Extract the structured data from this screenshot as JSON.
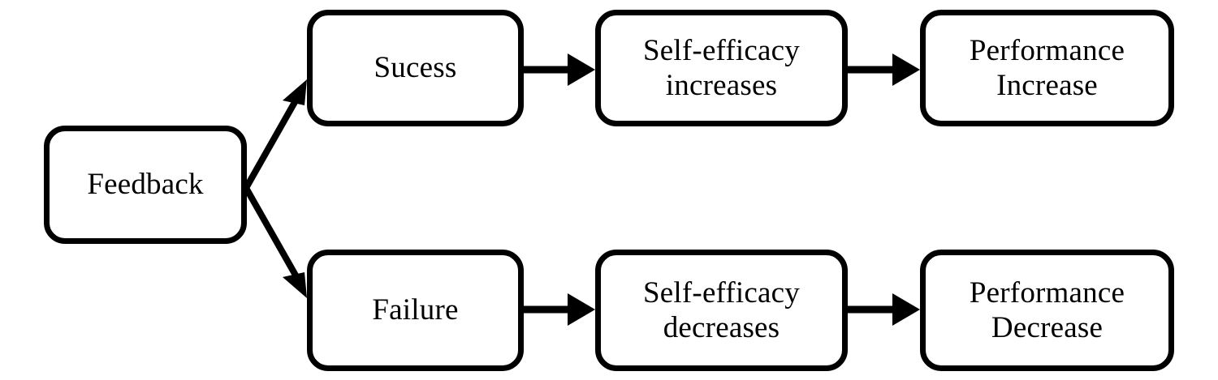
{
  "diagram": {
    "title": "Feedback and self-efficacy performance flowchart",
    "background_color": "#FFFFFF",
    "stroke_color": "#000000",
    "node_fill_color": "#FFFFFF",
    "nodes": [
      {
        "id": "feedback",
        "label": "Feedback"
      },
      {
        "id": "success",
        "label": "Sucess"
      },
      {
        "id": "efficacy_up",
        "label": "Self-efficacy\nincreases"
      },
      {
        "id": "performance_up",
        "label": "Performance\nIncrease"
      },
      {
        "id": "failure",
        "label": "Failure"
      },
      {
        "id": "efficacy_down",
        "label": "Self-efficacy\ndecreases"
      },
      {
        "id": "performance_down",
        "label": "Performance\nDecrease"
      }
    ],
    "edges": [
      {
        "id": "e1",
        "from": "feedback",
        "to": "success",
        "style": "diagonal-up",
        "label": ""
      },
      {
        "id": "e2",
        "from": "feedback",
        "to": "failure",
        "style": "diagonal-down",
        "label": ""
      },
      {
        "id": "e3",
        "from": "success",
        "to": "efficacy_up",
        "style": "horizontal",
        "label": ""
      },
      {
        "id": "e4",
        "from": "efficacy_up",
        "to": "performance_up",
        "style": "horizontal",
        "label": ""
      },
      {
        "id": "e5",
        "from": "failure",
        "to": "efficacy_down",
        "style": "horizontal",
        "label": ""
      },
      {
        "id": "e6",
        "from": "efficacy_down",
        "to": "performance_down",
        "style": "horizontal",
        "label": ""
      }
    ]
  }
}
